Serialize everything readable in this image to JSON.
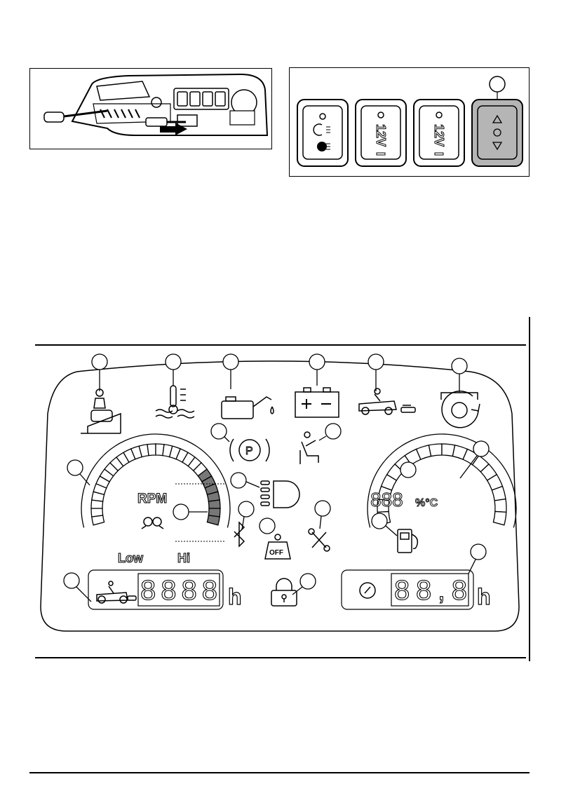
{
  "switch_panel": {
    "light_switch": {
      "indicator": "circle-dot-icon",
      "symbol_off": "headlight-outline-icon",
      "symbol_on": "headlight-filled-icon"
    },
    "socket_switch_1": {
      "label": "12V"
    },
    "socket_switch_2": {
      "label": "12V"
    },
    "deck_switch": {
      "up": "triangle-up-icon",
      "center": "circle-icon",
      "down": "triangle-down-icon",
      "highlight_color": "#b5b5b5"
    }
  },
  "dashboard": {
    "rpm_label": "RPM",
    "low_label": "Low",
    "hi_label": "Hi",
    "hours_unit_left": "h",
    "hours_unit_right": "h",
    "hours_digits_left": "8888",
    "hours_digits_right": "88,8",
    "temp_digits": "888",
    "temp_unit": "%°C",
    "off_label": "OFF",
    "parking_label": "P"
  }
}
